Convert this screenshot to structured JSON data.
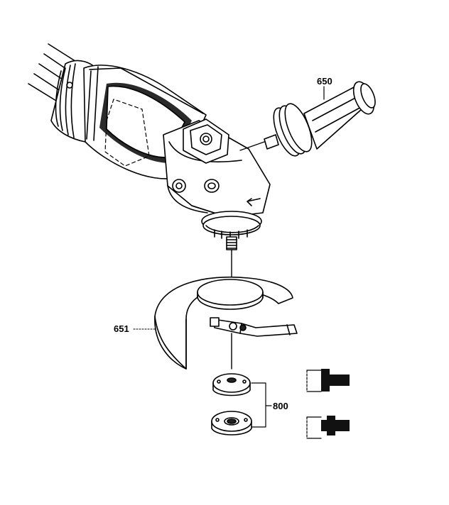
{
  "callouts": {
    "handle": "650",
    "guard": "651",
    "flanges": "800"
  },
  "colors": {
    "ink": "#000000",
    "paper": "#ffffff"
  }
}
